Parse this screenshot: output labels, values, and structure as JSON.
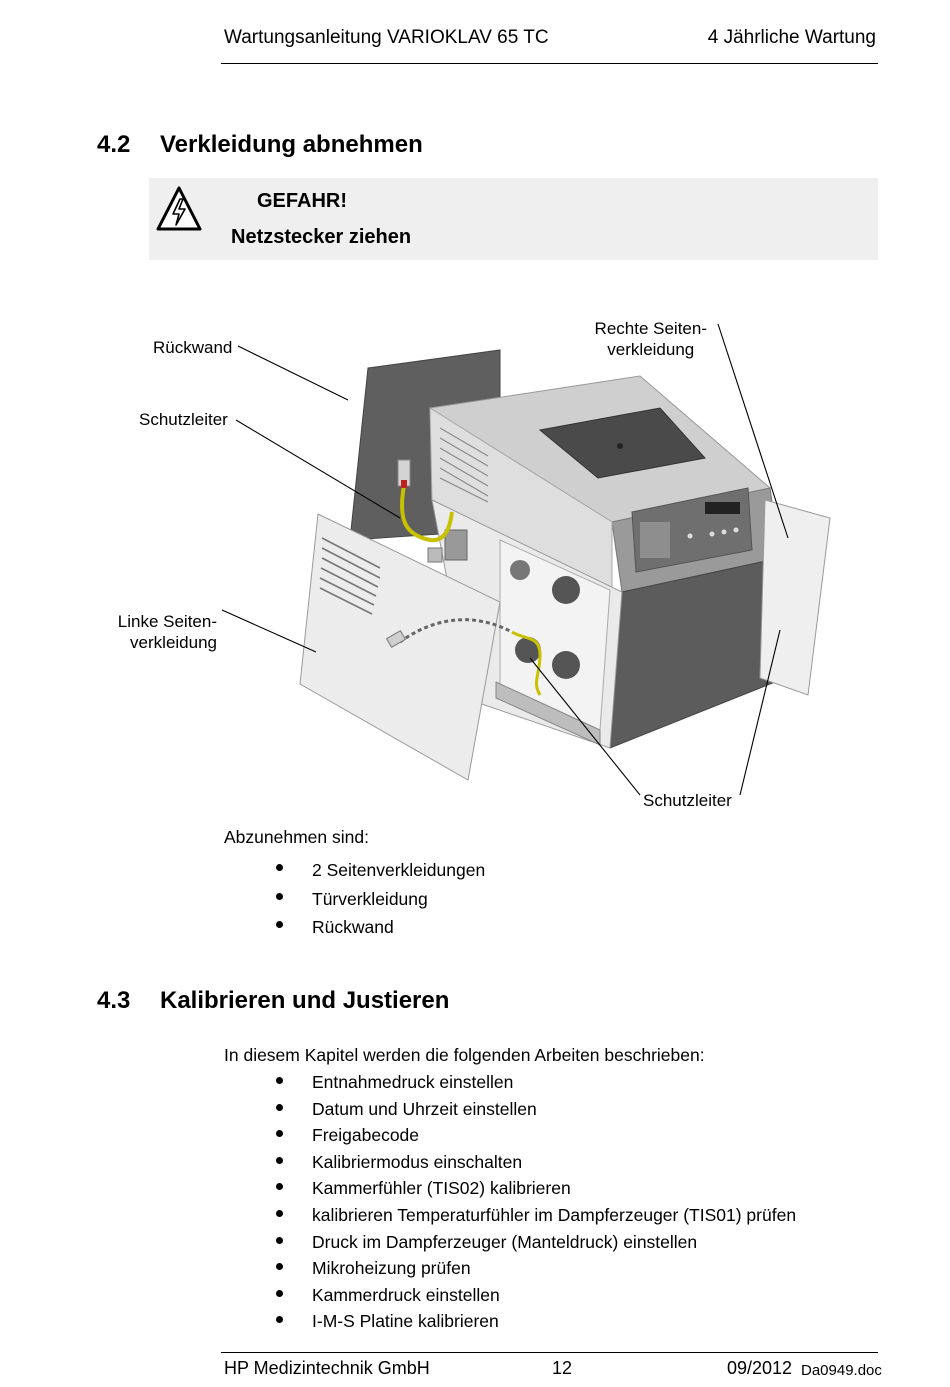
{
  "header": {
    "left": "Wartungsanleitung VARIOKLAV 65 TC",
    "right": "4 Jährliche Wartung"
  },
  "section_42": {
    "number": "4.2",
    "title": "Verkleidung abnehmen",
    "warning": {
      "icon": "high-voltage-warning-icon",
      "title": "GEFAHR!",
      "text": "Netzstecker ziehen"
    },
    "figure_labels": {
      "rueckwand": "Rückwand",
      "schutzleiter_top": "Schutzleiter",
      "rechte_1": "Rechte Seiten-",
      "rechte_2": "verkleidung",
      "linke_1": "Linke Seiten-",
      "linke_2": "verkleidung",
      "schutzleiter_bottom": "Schutzleiter"
    },
    "intro": "Abzunehmen sind:",
    "items": [
      "2 Seitenverkleidungen",
      "Türverkleidung",
      "Rückwand"
    ]
  },
  "section_43": {
    "number": "4.3",
    "title": "Kalibrieren und Justieren",
    "intro": "In diesem Kapitel werden die folgenden Arbeiten beschrieben:",
    "items": [
      "Entnahmedruck einstellen",
      "Datum und Uhrzeit einstellen",
      "Freigabecode",
      "Kalibriermodus einschalten",
      "Kammerfühler (TIS02) kalibrieren",
      "kalibrieren Temperaturfühler im Dampferzeuger (TIS01) prüfen",
      "Druck im Dampferzeuger (Manteldruck) einstellen",
      "Mikroheizung prüfen",
      "Kammerdruck einstellen",
      "I-M-S Platine kalibrieren"
    ]
  },
  "footer": {
    "company": "HP Medizintechnik GmbH",
    "page": "12",
    "date": "09/2012",
    "doc": "Da0949.doc"
  }
}
